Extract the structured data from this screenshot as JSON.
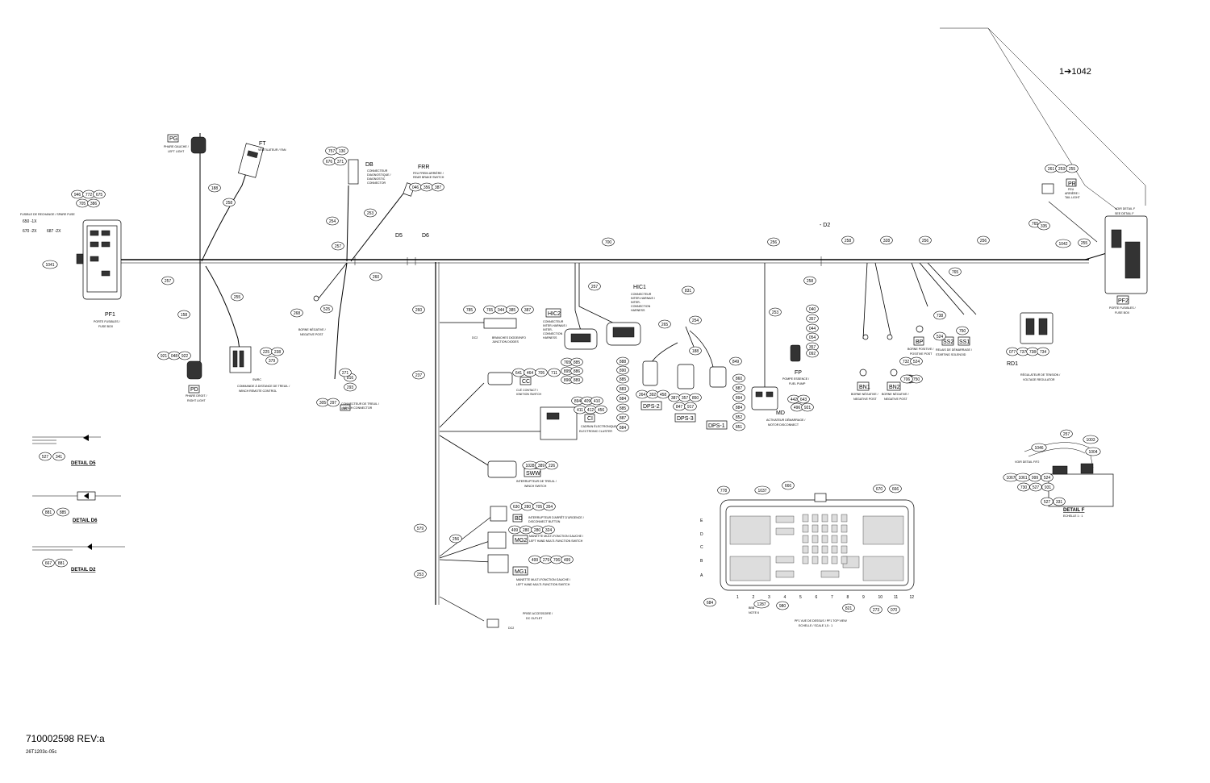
{
  "drawing": {
    "part_number": "710002598 REV:a",
    "sheet_code": "26T1203c-05c",
    "pointer_label": "1➔1042"
  },
  "bubbles": [
    "946",
    "772",
    "675",
    "705",
    "386",
    "1041",
    "257",
    "158",
    "188",
    "258",
    "255",
    "921",
    "048",
    "922",
    "225",
    "238",
    "379",
    "757",
    "130",
    "676",
    "371",
    "254",
    "257",
    "253",
    "260",
    "046",
    "356",
    "387",
    "268",
    "525",
    "816",
    "293",
    "305",
    "297",
    "271",
    "260",
    "237",
    "785",
    "765",
    "044",
    "385",
    "387",
    "641",
    "464",
    "705",
    "711",
    "1028",
    "389",
    "226",
    "579",
    "253",
    "256",
    "630",
    "280",
    "705",
    "354",
    "499",
    "280",
    "280",
    "324",
    "499",
    "279",
    "706",
    "499",
    "700",
    "257",
    "765",
    "885",
    "895",
    "886",
    "896",
    "889",
    "888",
    "890",
    "885",
    "883",
    "884",
    "885",
    "887",
    "884",
    "894",
    "409",
    "410",
    "411",
    "412",
    "456",
    "831",
    "265",
    "254",
    "188",
    "264",
    "392",
    "458",
    "387",
    "357",
    "850",
    "847",
    "917",
    "849",
    "860",
    "887",
    "894",
    "884",
    "852",
    "851",
    "253",
    "256",
    "258",
    "256",
    "328",
    "256",
    "255",
    "258",
    "765",
    "738",
    "524",
    "750",
    "077",
    "737",
    "738",
    "734",
    "732",
    "524",
    "750",
    "524",
    "750",
    "706",
    "442",
    "643",
    "496",
    "921",
    "040",
    "357",
    "044",
    "054",
    "357",
    "261",
    "253",
    "255",
    "765",
    "335",
    "1042",
    "257",
    "1003",
    "1004",
    "1046",
    "1067",
    "1061",
    "999",
    "524",
    "730",
    "527",
    "931",
    "527",
    "331",
    "527",
    "341",
    "881",
    "885",
    "667",
    "881",
    "778",
    "1037",
    "666",
    "670",
    "666",
    "684",
    "1287",
    "980",
    "821",
    "273",
    "070",
    "092"
  ],
  "labels": {
    "pg": "PG",
    "pg_cap1": "PHARE GAUCHE /",
    "pg_cap2": "LEFT LIGHT",
    "ft": "FT",
    "ft_cap": "VENTILATEUR / FAN",
    "db": "DB",
    "db_cap1": "CONNECTEUR",
    "db_cap2": "DIAGNOSTIQUE /",
    "db_cap3": "DIAGNOSTIC",
    "db_cap4": "CONNECTOR",
    "frr": "FRR",
    "frr_cap1": "FEU FREIN ARRIÈRE /",
    "frr_cap2": "REAR BRAKE SWITCH",
    "pf1": "PF1",
    "pf1_cap1": "PORTE FUSIBLES /",
    "pf1_cap2": "FUSE BOX",
    "pd": "PD",
    "pd_cap1": "PHARE DROIT /",
    "pd_cap2": "RIGHT LIGHT",
    "swrc": "SWRC",
    "swrc_cap1": "COMMANDE À DISTANCE DE TREUIL /",
    "swrc_cap2": "WINCH REMOTE CONTROL",
    "sw": "SW1",
    "sw_cap1": "CONNECTEUR DE TREUIL /",
    "sw_cap2": "WINCH CONNECTOR",
    "bn_main_cap1": "BORNE NÉGATIVE /",
    "bn_main_cap2": "NEGATIVE POST",
    "d5": "D5",
    "d6": "D6",
    "d2": "D2",
    "dc": "DC2",
    "dc_cap1": "BRANCHES DIODE/INFO",
    "dc_cap2": "JUNCTION DIODES",
    "cc": "CC",
    "cc_cap1": "CLÉ CONTACT /",
    "cc_cap2": "IGNITION SWITCH",
    "ci": "CI",
    "ci_cap1": "CADRAN ÉLECTRONIQUE /",
    "ci_cap2": "ELECTRONIC CLUSTER",
    "sww": "SWW",
    "sww_cap1": "INTERRUPTEUR DE TREUIL /",
    "sww_cap2": "WINCH SWITCH",
    "bd": "BD",
    "bd_cap1": "INTERRUPTEUR D'ARRÊT D'URGENCE /",
    "bd_cap2": "DISCONNECT BUTTON",
    "mg2": "MG2",
    "mg2_cap1": "MANETTE MULTI-FONCTION GAUCHE /",
    "mg2_cap2": "LEFT HAND MULTI-FUNCTION SWITCH",
    "mg1": "MG1",
    "mg1_cap1": "MANETTE MULTI-FONCTION GAUCHE /",
    "mg1_cap2": "LEFT HAND MULTI-FUNCTION SWITCH",
    "dc2b": "DC2",
    "dc2b_cap1": "PRISE ACCESSOIRE /",
    "dc2b_cap2": "DC OUTLET",
    "hic2": "HIC2",
    "hic2_cap1": "CONNECTEUR",
    "hic2_cap2": "INTER-HARNAIS /",
    "hic2_cap3": "INTER-",
    "hic2_cap4": "CONNECTION",
    "hic2_cap5": "HARNESS",
    "hic1": "HIC1",
    "hic1_cap1": "CONNECTEUR",
    "hic1_cap2": "INTER-HARNAIS /",
    "hic1_cap3": "INTER-",
    "hic1_cap4": "CONNECTION",
    "hic1_cap5": "HARNESS",
    "dps2": "DPS-2",
    "dps3": "DPS-3",
    "dps1": "DPS-1",
    "md": "MD",
    "md_cap1": "ACTIVATEUR DÉMARRAGE /",
    "md_cap2": "MOTOR DISCONNECT",
    "fp": "FP",
    "fp_cap1": "POMPE ESSENCE /",
    "fp_cap2": "FUEL PUMP",
    "bn1": "BN1",
    "bn1_cap1": "BORNE NÉGATIVE /",
    "bn1_cap2": "NEGATIVE POST",
    "bn2": "BN2",
    "bn2_cap1": "BORNE NÉGATIVE /",
    "bn2_cap2": "NEGATIVE POST",
    "bp": "BP",
    "bp_cap1": "BORNE POSITIVE /",
    "bp_cap2": "POSITIVE POST",
    "ss2": "SS2",
    "ss1": "SS1",
    "ss_cap1": "RELAIS DE DÉMARRAGE /",
    "ss_cap2": "STARTING SOLENOID",
    "rd1": "RD1",
    "rd1_cap1": "RÉGULATEUR DE TENSION /",
    "rd1_cap2": "VOLTAGE REGULATOR",
    "pr": "PR",
    "pr_cap1": "FEU",
    "pr_cap2": "ARRIÈRE /",
    "pr_cap3": "TAIL LIGHT",
    "pf2": "PF2",
    "pf2_cap1": "PORTE FUSIBLES /",
    "pf2_cap2": "FUSE BOX",
    "voir_f1": "VOIR DETAIL F",
    "voir_f2": "SEE DETAIL F",
    "fusible_cap": "FUSIBLE DE RECHANGE / SPARE FUSE",
    "spare1": "650 -1X",
    "spare2": "670 -2X",
    "spare3": "687 -2X",
    "detail_d5": "DETAIL D5",
    "detail_d6": "DETAIL D6",
    "detail_d2": "DETAIL D2",
    "detail_f": "DETAIL F",
    "detail_f_scale": "ECHELLE 1 : 1",
    "voir_detail_f2": "VOIR DETAIL F/F2",
    "pf1_view": "PF1 VUE DE DESSUS / PF1 TOP VIEW",
    "pf1_view_scale": "ECHELLE / SCALE 1,5 : 1",
    "pf1_note": "NOTE 6",
    "rows": [
      "E",
      "D",
      "C",
      "B",
      "A"
    ],
    "cols": [
      "1",
      "2",
      "3",
      "4",
      "5",
      "6",
      "7",
      "8",
      "9",
      "10",
      "11",
      "12"
    ],
    "row_tag": "BBB",
    "d2_tag": "- D2"
  }
}
